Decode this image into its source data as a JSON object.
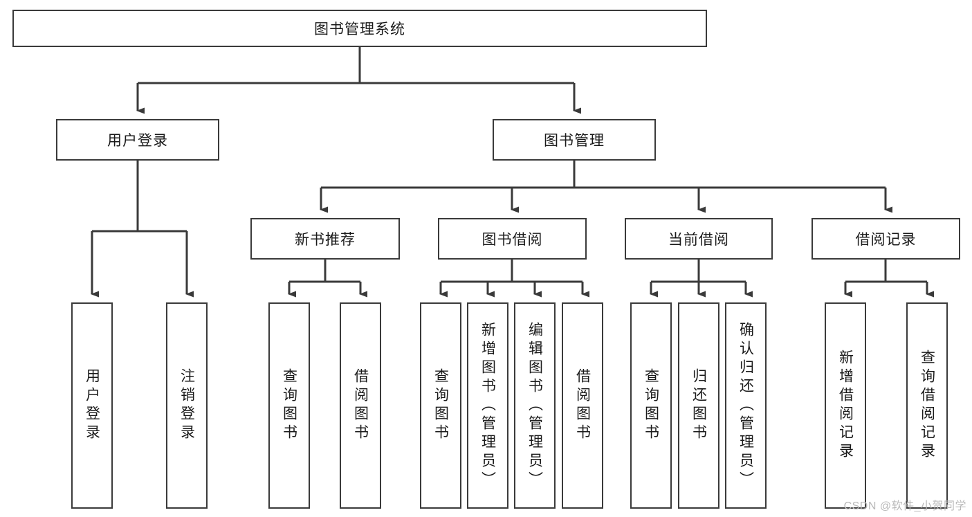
{
  "diagram": {
    "title": "图书管理系统",
    "type": "tree",
    "orientation": "top-down",
    "colors": {
      "box_border": "#3a3a3a",
      "box_fill": "#ffffff",
      "edge": "#3a3a3a",
      "text": "#1a1a1a",
      "watermark": "#b9b9b9",
      "background": "#ffffff"
    },
    "root": {
      "label": "图书管理系统"
    },
    "level2": [
      {
        "id": "user-login",
        "label": "用户登录"
      },
      {
        "id": "book-manage",
        "label": "图书管理"
      }
    ],
    "level3": [
      {
        "id": "new-book-recommend",
        "label": "新书推荐",
        "parent": "book-manage"
      },
      {
        "id": "book-borrow",
        "label": "图书借阅",
        "parent": "book-manage"
      },
      {
        "id": "current-borrow",
        "label": "当前借阅",
        "parent": "book-manage"
      },
      {
        "id": "borrow-record",
        "label": "借阅记录",
        "parent": "book-manage"
      }
    ],
    "leaves": {
      "user-login": [
        {
          "id": "leaf-user-login",
          "label": "用户登录"
        },
        {
          "id": "leaf-user-logout",
          "label": "注销登录"
        }
      ],
      "new-book-recommend": [
        {
          "id": "leaf-query-book-1",
          "label": "查询图书"
        },
        {
          "id": "leaf-borrow-book-1",
          "label": "借阅图书"
        }
      ],
      "book-borrow": [
        {
          "id": "leaf-query-book-2",
          "label": "查询图书"
        },
        {
          "id": "leaf-add-book",
          "label": "新增图书（管理员）"
        },
        {
          "id": "leaf-edit-book",
          "label": "编辑图书（管理员）"
        },
        {
          "id": "leaf-borrow-book-2",
          "label": "借阅图书"
        }
      ],
      "current-borrow": [
        {
          "id": "leaf-query-book-3",
          "label": "查询图书"
        },
        {
          "id": "leaf-return-book",
          "label": "归还图书"
        },
        {
          "id": "leaf-confirm-return",
          "label": "确认归还（管理员）"
        }
      ],
      "borrow-record": [
        {
          "id": "leaf-add-record",
          "label": "新增借阅记录"
        },
        {
          "id": "leaf-query-record",
          "label": "查询借阅记录"
        }
      ]
    },
    "watermark": "CSDN @软件_小贺同学"
  }
}
